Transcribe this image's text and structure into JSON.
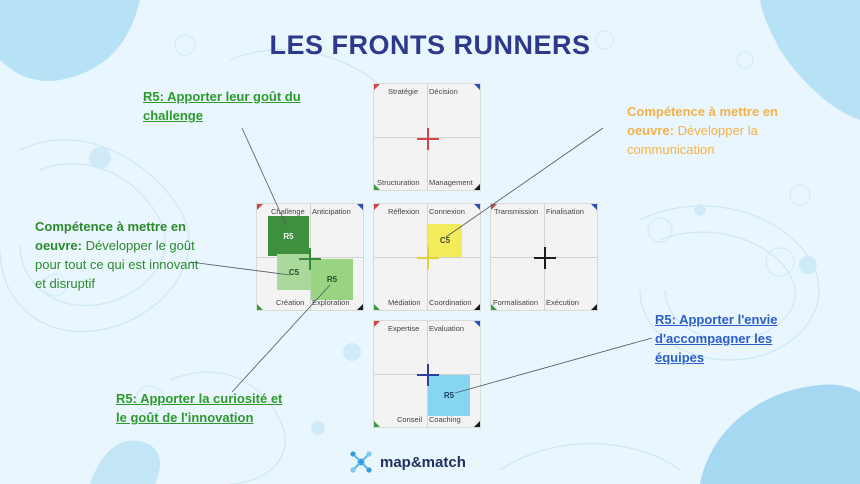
{
  "title": "LES FRONTS RUNNERS",
  "colors": {
    "title": "#2d3a8c",
    "green": "#2c9a2c",
    "orange": "#f3b24a",
    "blue": "#2b5fc4",
    "red": "#d04545"
  },
  "quadrants": [
    {
      "id": "top",
      "labels": [
        "Stratégie",
        "Décision",
        "Structuration",
        "Management"
      ]
    },
    {
      "id": "left",
      "labels": [
        "Challenge",
        "Anticipation",
        "Création",
        "Exploration"
      ]
    },
    {
      "id": "center",
      "labels": [
        "Réflexion",
        "Connexion",
        "Médiation",
        "Coordination"
      ]
    },
    {
      "id": "right",
      "labels": [
        "Transmission",
        "Finalisation",
        "Formalisation",
        "Exécution"
      ]
    },
    {
      "id": "bottom",
      "labels": [
        "Expertise",
        "Evaluation",
        "Conseil",
        "Coaching"
      ]
    }
  ],
  "markers": {
    "left_r5_dark": "R5",
    "left_c5": "C5",
    "left_r5_light": "R5",
    "center_c5": "C5",
    "bottom_r5": "R5"
  },
  "annotations": {
    "a1": "R5: Apporter leur goût du challenge",
    "a2_bold": "Compétence à mettre en oeuvre:",
    "a2_text": "Développer le goût pour tout ce qui est innovant et disruptif",
    "a3": "R5: Apporter la curiosité et le goût de l'innovation",
    "a4_bold": "Compétence à mettre en oeuvre:",
    "a4_text": "Développer la communication",
    "a5": "R5: Apporter l'envie d'accompagner les équipes"
  },
  "logo": {
    "text": "map&match",
    "icon": "map-match-logo-icon"
  }
}
